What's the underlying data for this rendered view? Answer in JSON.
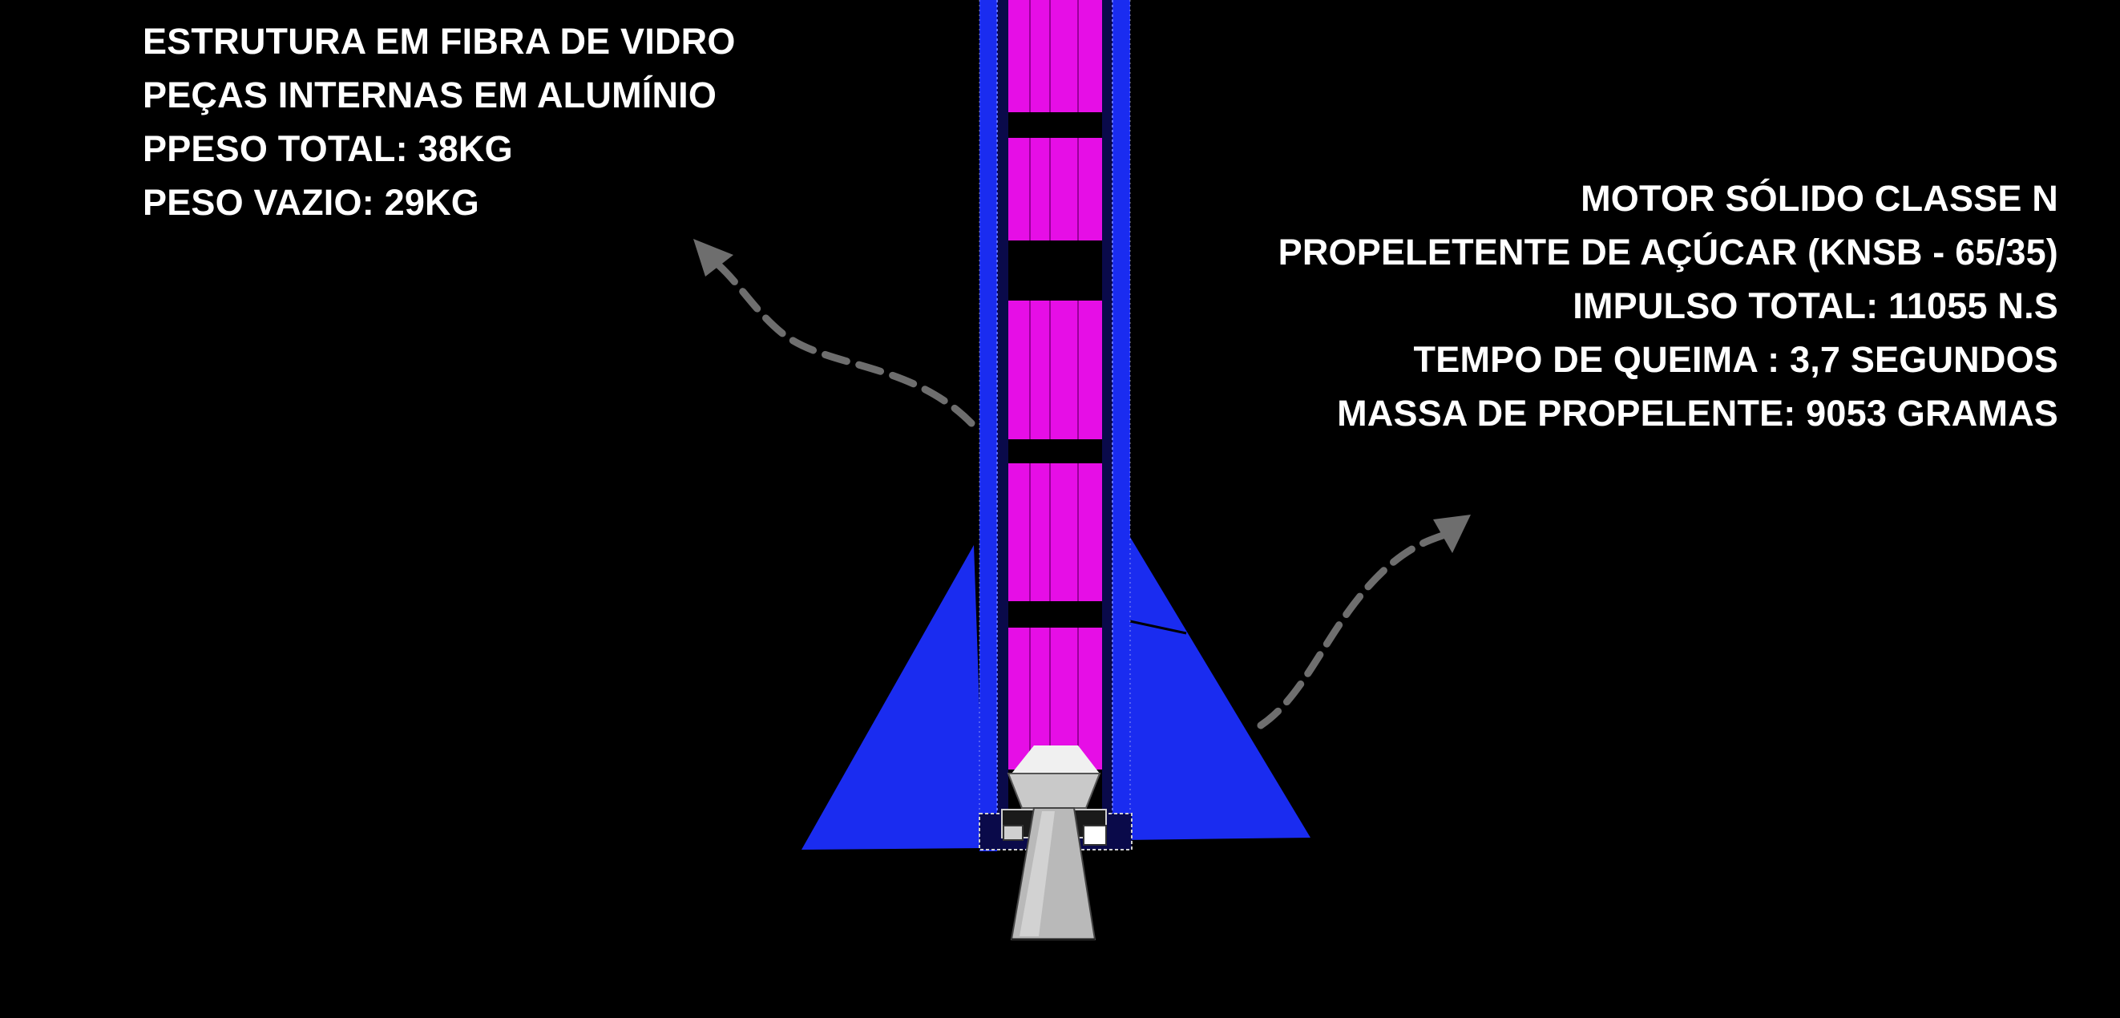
{
  "colors": {
    "background": "#000000",
    "text": "#ffffff",
    "fins_body": "#1a2cf0",
    "propellant_grain": "#e60ee6",
    "nozzle": "#bdbdbd",
    "arrows": "#6e6e6e"
  },
  "left_text": {
    "lines": [
      "ESTRUTURA EM FIBRA DE VIDRO",
      "PEÇAS INTERNAS EM ALUMÍNIO",
      "PPESO TOTAL: 38KG",
      "PESO VAZIO: 29KG"
    ]
  },
  "right_text": {
    "lines": [
      "MOTOR SÓLIDO CLASSE N ",
      "PROPELETENTE DE AÇÚCAR (KNSB -  65/35)",
      "IMPULSO TOTAL: 11055 N.S ",
      "TEMPO DE QUEIMA : 3,7 SEGUNDOS",
      "MASSA DE PROPELENTE: 9053 GRAMAS"
    ]
  },
  "icons": {
    "left_arrow": "curved-dashed-arrow-icon",
    "right_arrow": "curved-dashed-arrow-icon"
  }
}
